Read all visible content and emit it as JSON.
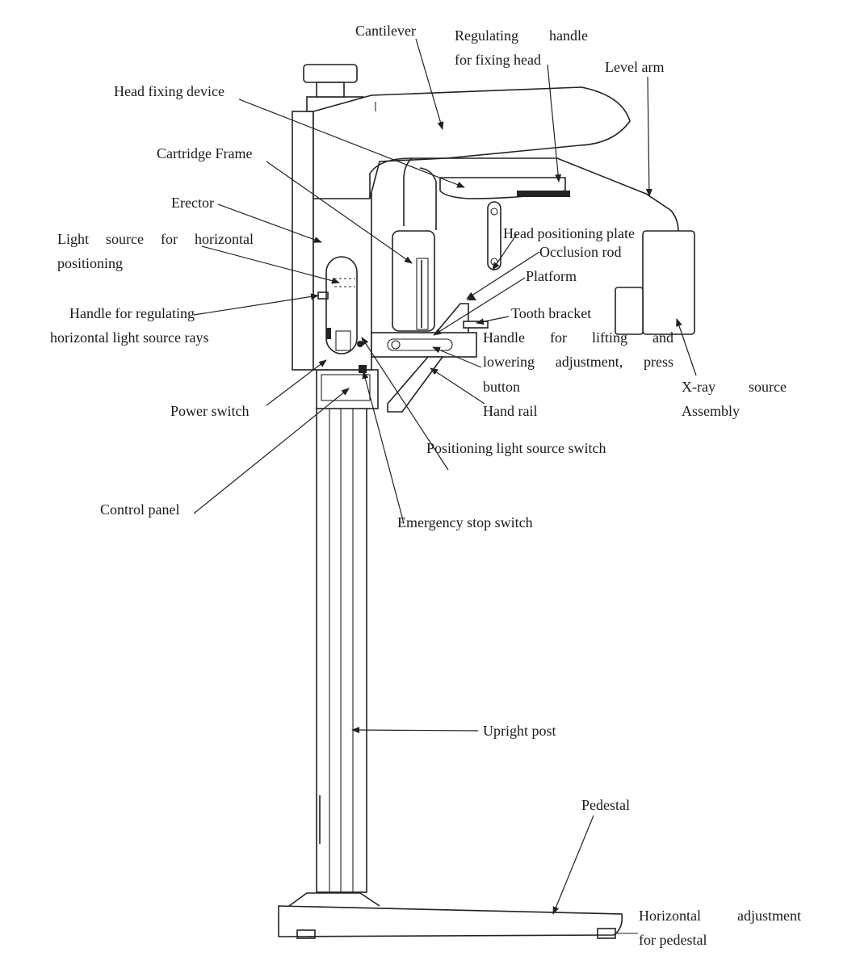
{
  "labels": {
    "cantilever": "Cantilever",
    "regulating_handle_1": "Regulating handle",
    "regulating_handle_2": "for fixing head",
    "level_arm": "Level arm",
    "head_fixing_device": "Head fixing device",
    "cartridge_frame": "Cartridge Frame",
    "erector": "Erector",
    "light_source_1": "Light source for horizontal",
    "light_source_2": "positioning",
    "handle_regulating_1": "Handle for regulating",
    "handle_regulating_2": "horizontal light source rays",
    "head_positioning_plate": "Head positioning plate",
    "occlusion_rod": "Occlusion rod",
    "platform": "Platform",
    "tooth_bracket": "Tooth bracket",
    "handle_lifting_1": "Handle for lifting and",
    "handle_lifting_2": "lowering adjustment, press",
    "handle_lifting_3": "button",
    "hand_rail": "Hand rail",
    "xray_1": "X-ray source",
    "xray_2": "Assembly",
    "power_switch": "Power switch",
    "positioning_light_switch": "Positioning light source switch",
    "control_panel": "Control panel",
    "emergency_stop": "Emergency stop switch",
    "upright_post": "Upright post",
    "pedestal": "Pedestal",
    "horizontal_adj_1": "Horizontal adjustment",
    "horizontal_adj_2": "for pedestal"
  },
  "colors": {
    "ink": "#222222",
    "background": "#ffffff"
  }
}
